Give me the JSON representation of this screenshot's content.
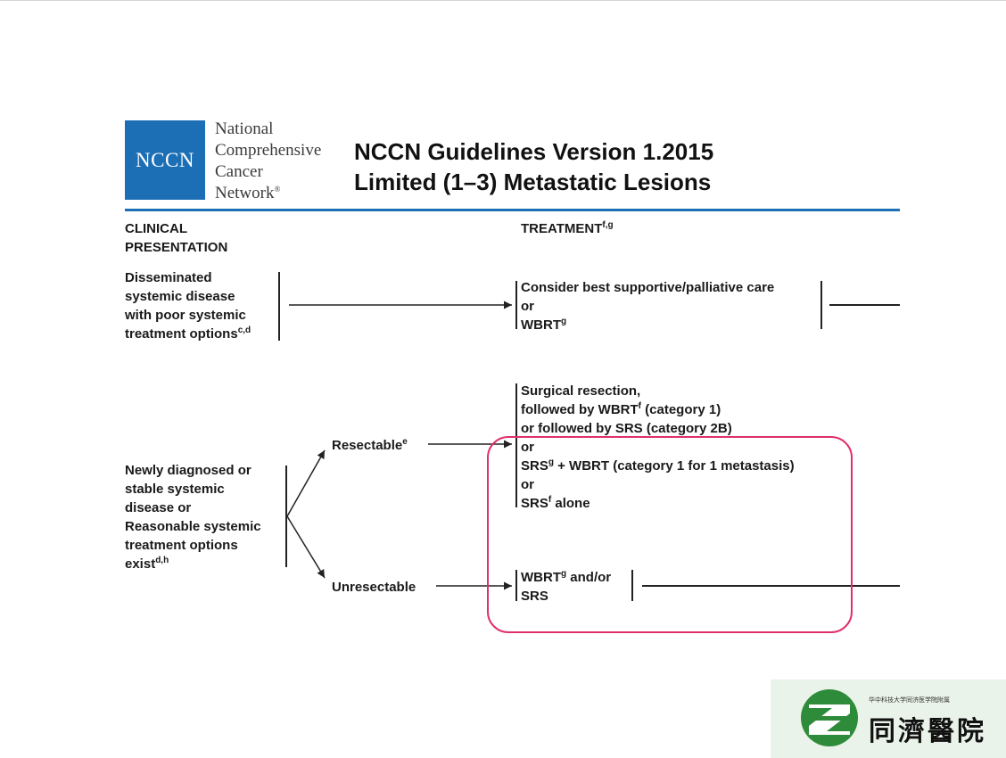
{
  "logo": {
    "box_text": "NCCN",
    "org_lines": [
      "National",
      "Comprehensive",
      "Cancer",
      "Network"
    ],
    "registered_mark": "®",
    "brand_color": "#1d6fb5"
  },
  "header": {
    "title_line1": "NCCN Guidelines Version 1.2015",
    "title_line2": "Limited (1–3) Metastatic Lesions"
  },
  "columns": {
    "clinical_line1": "CLINICAL",
    "clinical_line2": "PRESENTATION",
    "treatment": "TREATMENT",
    "treatment_sup": "f,g"
  },
  "disseminated": {
    "lines": [
      "Disseminated",
      "systemic disease",
      "with poor systemic",
      "treatment options"
    ],
    "sup": "c,d",
    "treatment": {
      "line1": "Consider best supportive/palliative care",
      "line2": "or",
      "line3": "WBRT",
      "line3_sup": "g"
    }
  },
  "newly_diagnosed": {
    "lines": [
      "Newly diagnosed or",
      "stable systemic",
      "disease or",
      "Reasonable systemic",
      "treatment options",
      "exist"
    ],
    "sup": "d,h"
  },
  "resectable": {
    "label": "Resectable",
    "sup": "e",
    "treatment": {
      "l1": "Surgical resection,",
      "l2a": "followed by WBRT",
      "l2sup": "f",
      "l2b": " (category 1)",
      "l3": "or followed by SRS (category 2B)",
      "l4": "or",
      "l5a": "SRS",
      "l5sup": "g",
      "l5b": " + WBRT (category 1 for 1 metastasis)",
      "l6": "or",
      "l7a": "SRS",
      "l7sup": "f",
      "l7b": " alone"
    }
  },
  "unresectable": {
    "label": "Unresectable",
    "treatment": {
      "l1a": "WBRT",
      "l1sup": "g",
      "l1b": " and/or",
      "l2": "SRS"
    }
  },
  "hospital_logo": {
    "caption": "华中科技大学同济医学院附属",
    "name": "同濟醫院",
    "green": "#2e8b3a"
  },
  "colors": {
    "highlight": "#e0306c",
    "text": "#1a1a1a"
  }
}
